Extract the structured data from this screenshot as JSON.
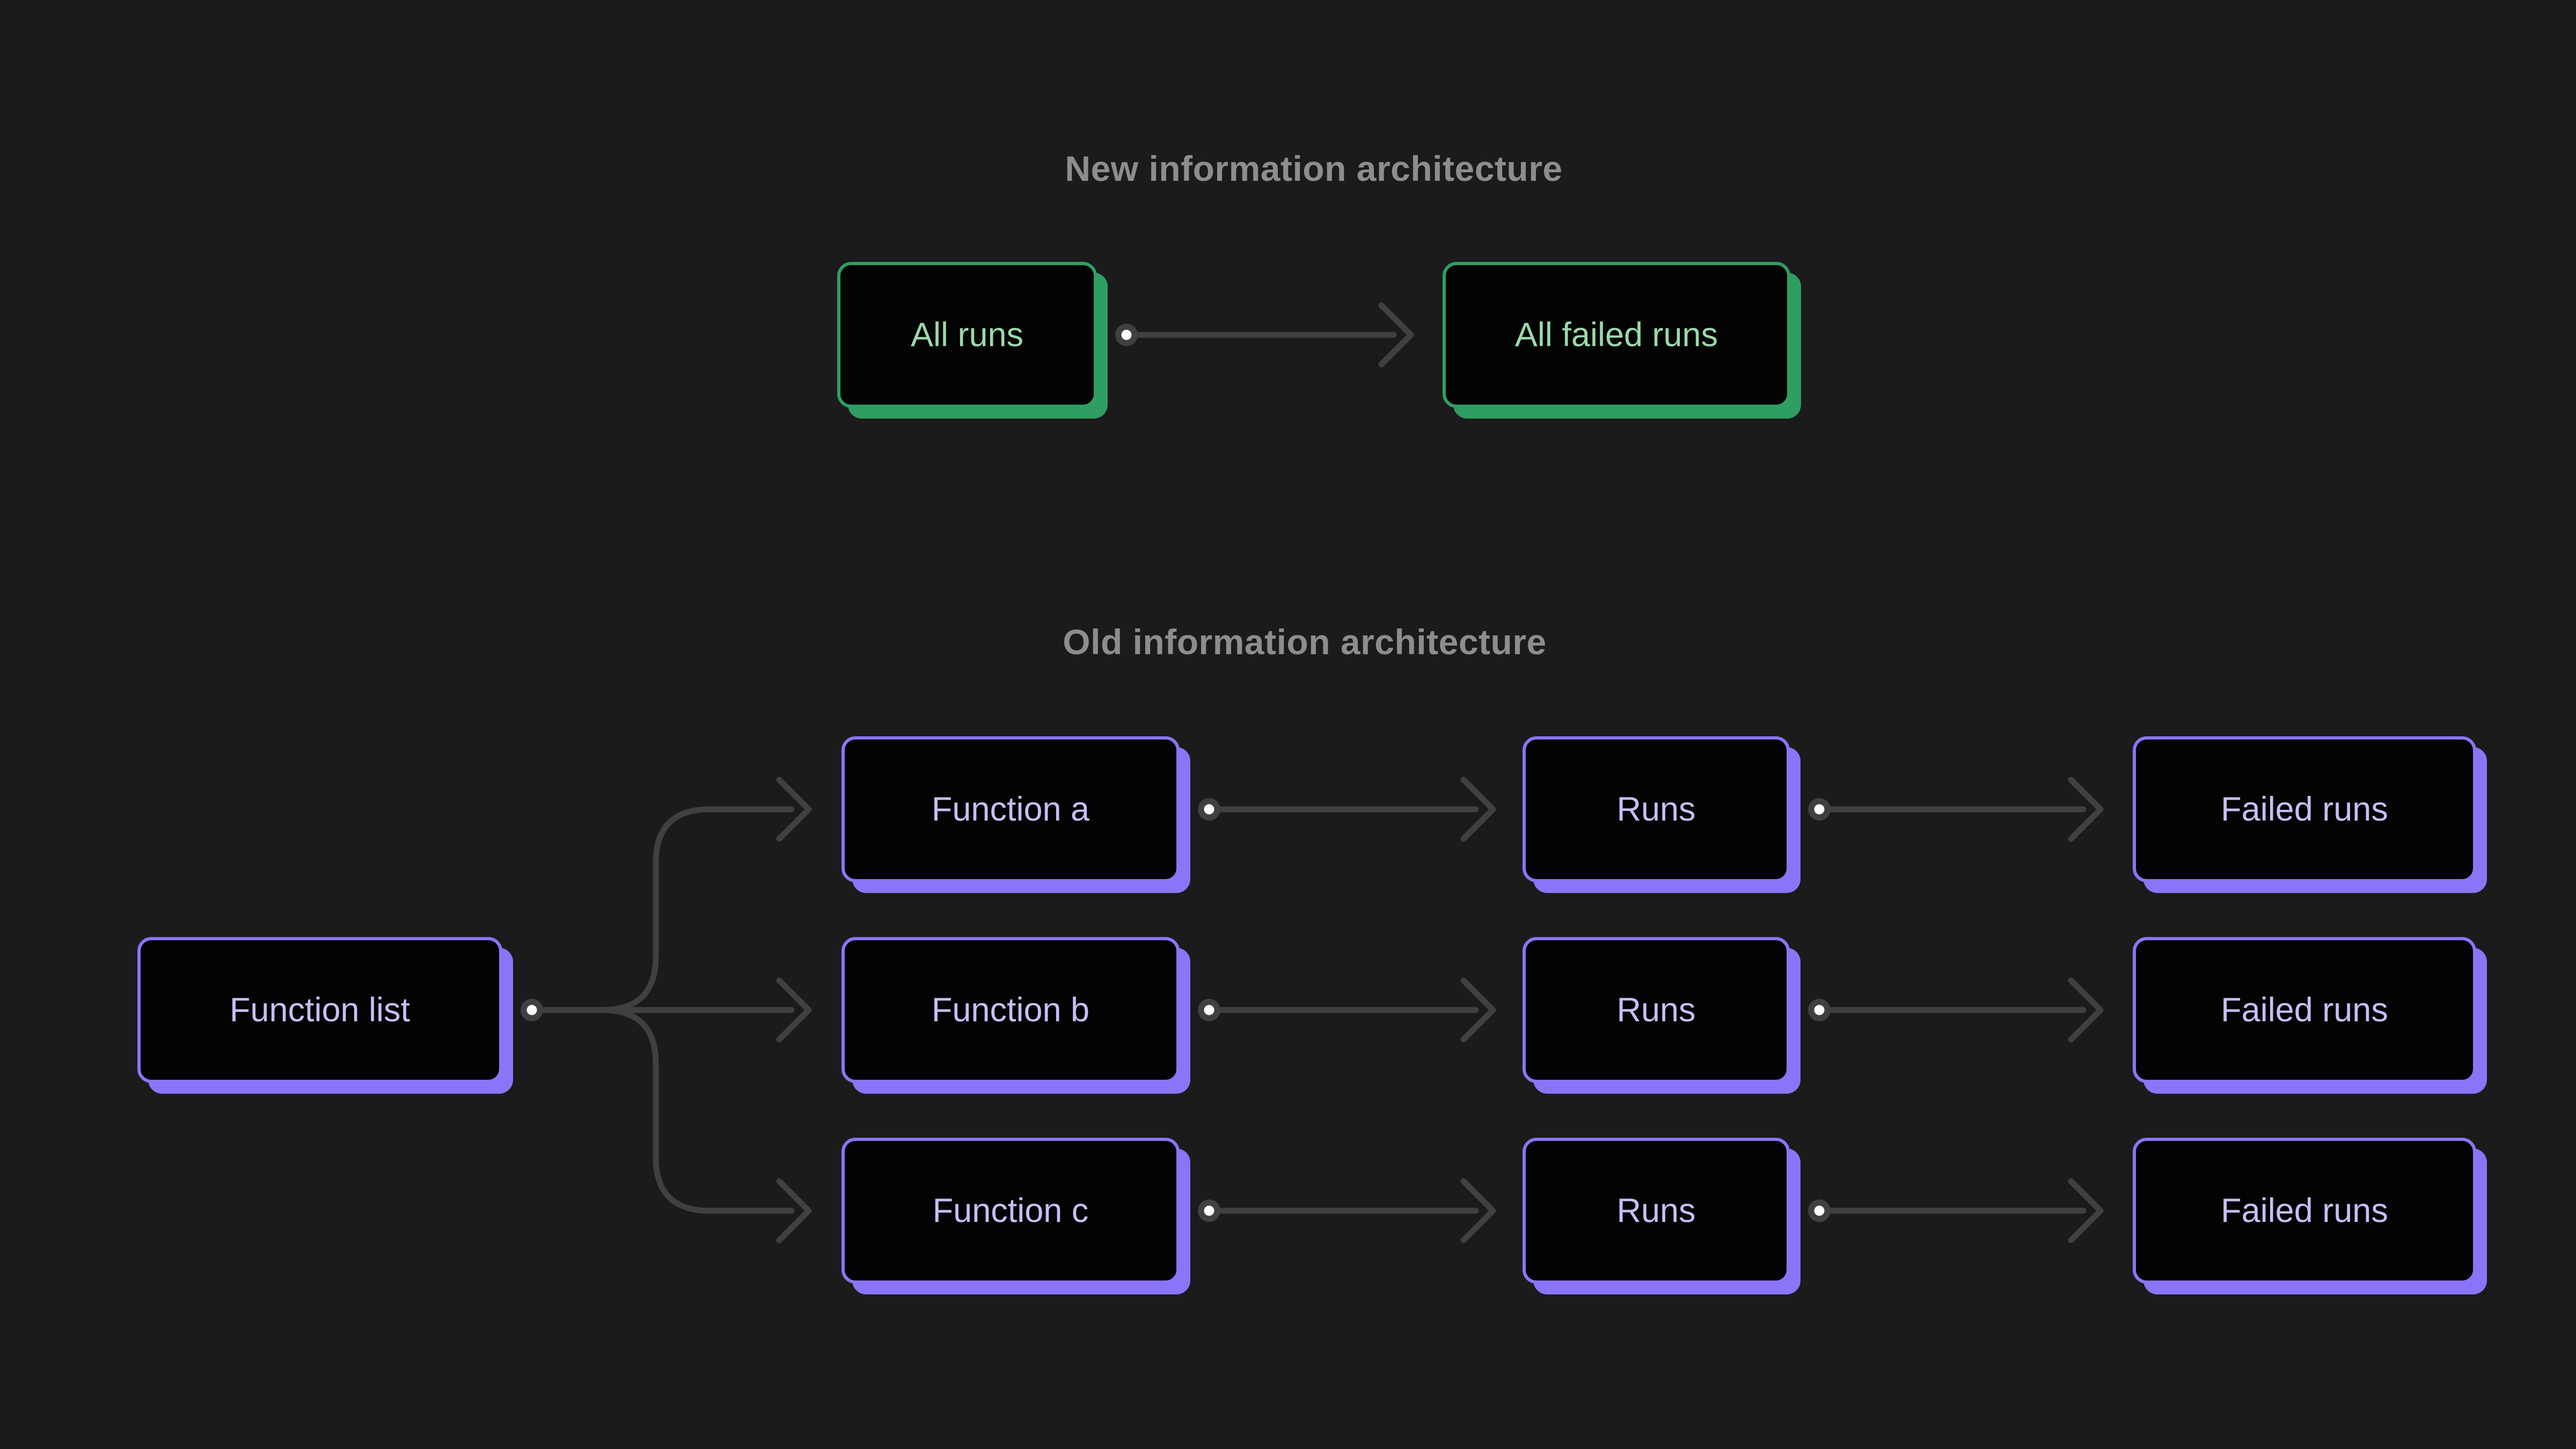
{
  "colors": {
    "background": "#1b1b1b",
    "node_fill": "#030303",
    "green_accent": "#2f9e63",
    "green_label": "#9bd9ac",
    "purple_accent": "#8b74f7",
    "purple_label": "#cabdf5",
    "connector": "#404040",
    "connector_dot": "#ffffff",
    "section_title": "#8d8d8d"
  },
  "sections": {
    "new_architecture": {
      "title": "New information architecture",
      "nodes": [
        {
          "id": "all-runs",
          "label": "All runs"
        },
        {
          "id": "all-failed-runs",
          "label": "All failed runs"
        }
      ],
      "edges": [
        {
          "from": "all-runs",
          "to": "all-failed-runs"
        }
      ]
    },
    "old_architecture": {
      "title": "Old information architecture",
      "nodes": [
        {
          "id": "function-list",
          "label": "Function list"
        },
        {
          "id": "function-a",
          "label": "Function a"
        },
        {
          "id": "function-b",
          "label": "Function b"
        },
        {
          "id": "function-c",
          "label": "Function c"
        },
        {
          "id": "runs-a",
          "label": "Runs"
        },
        {
          "id": "runs-b",
          "label": "Runs"
        },
        {
          "id": "runs-c",
          "label": "Runs"
        },
        {
          "id": "failed-runs-a",
          "label": "Failed runs"
        },
        {
          "id": "failed-runs-b",
          "label": "Failed runs"
        },
        {
          "id": "failed-runs-c",
          "label": "Failed runs"
        }
      ],
      "edges": [
        {
          "from": "function-list",
          "to": "function-a"
        },
        {
          "from": "function-list",
          "to": "function-b"
        },
        {
          "from": "function-list",
          "to": "function-c"
        },
        {
          "from": "function-a",
          "to": "runs-a"
        },
        {
          "from": "function-b",
          "to": "runs-b"
        },
        {
          "from": "function-c",
          "to": "runs-c"
        },
        {
          "from": "runs-a",
          "to": "failed-runs-a"
        },
        {
          "from": "runs-b",
          "to": "failed-runs-b"
        },
        {
          "from": "runs-c",
          "to": "failed-runs-c"
        }
      ]
    }
  }
}
